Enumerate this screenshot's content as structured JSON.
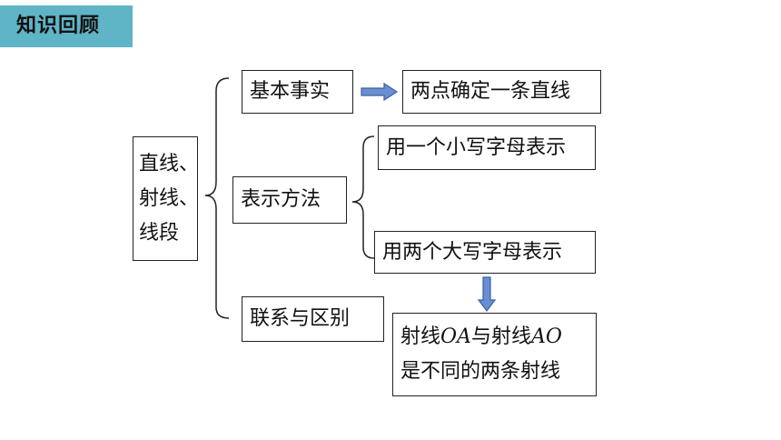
{
  "header": {
    "title": "知识回顾"
  },
  "diagram": {
    "root": {
      "lines": [
        "直线、",
        "射线、",
        "线段"
      ]
    },
    "basic_fact": {
      "label": "基本事实",
      "result": "两点确定一条直线"
    },
    "representation": {
      "label": "表示方法",
      "option1": "用一个小写字母表示",
      "option2": "用两个大写字母表示"
    },
    "relation": {
      "label": "联系与区别",
      "conclusion": {
        "line1_a": "射线",
        "ray1": "OA",
        "line1_b": "与射线",
        "ray2": "AO",
        "line2": "是不同的两条射线"
      }
    }
  },
  "colors": {
    "header_bg": "#5fb4c6",
    "arrow": "#6a8fd0",
    "arrow_border": "#3a5ea8"
  }
}
